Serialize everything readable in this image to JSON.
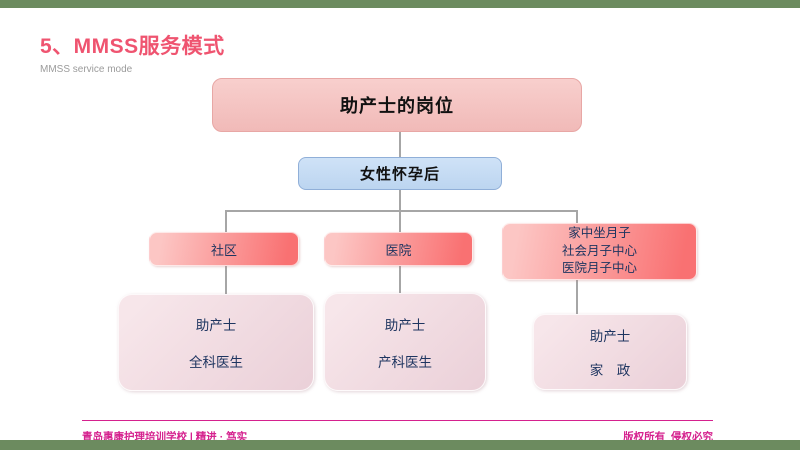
{
  "colors": {
    "border_bar_green": "#6C8B5F",
    "title_pink": "#EF5470",
    "subtitle_gray": "#9B9B9B",
    "root_box_fill": "#F4C5C3",
    "stage_box_fill": "#C5DCF4",
    "branch_gradient_from": "#FCC6C4",
    "branch_gradient_to": "#F97172",
    "leaf_gradient_from": "#F7E6EA",
    "leaf_gradient_to": "#EBD1D9",
    "node_text_navy": "#1E3560",
    "connector_gray": "#A6A6A6",
    "footer_magenta": "#D5218E"
  },
  "header": {
    "title": "5、MMSS服务模式",
    "subtitle": "MMSS service mode"
  },
  "diagram": {
    "root": "助产士的岗位",
    "stage": "女性怀孕后",
    "branches": [
      {
        "label": "社区",
        "leaf_lines": [
          "助产士",
          "全科医生"
        ]
      },
      {
        "label": "医院",
        "leaf_lines": [
          "助产士",
          "产科医生"
        ]
      },
      {
        "label_lines": [
          "家中坐月子",
          "社会月子中心",
          "医院月子中心"
        ],
        "leaf_lines": [
          "助产士",
          "家　政"
        ]
      }
    ]
  },
  "footer": {
    "left": "青岛惠康护理培训学校 | 精进 · 笃实",
    "right": "版权所有  侵权必究"
  }
}
